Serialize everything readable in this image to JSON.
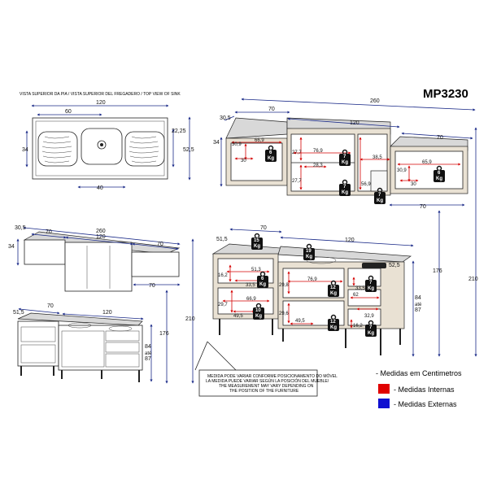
{
  "model": "MP3230",
  "sink_view_caption": "VISTA SUPERIOR DA PIA / VISTA SUPERIOR DEL FREGADERO / TOP VIEW OF SINK",
  "sink_dims": {
    "total": "120",
    "left_bowl": "60",
    "drain": "40",
    "depth": "34",
    "depth_total": "52,5",
    "right_offset": "22,25"
  },
  "upper_detail_dims": {
    "total": "260",
    "left": "70",
    "middle": "120",
    "right": "70",
    "depth": "30,5",
    "height": "34",
    "left_inner_w": "66,9",
    "left_inner_h": "30,9",
    "left_inner_d": "30",
    "mid_inner_w": "76,9",
    "mid_inner_h": "27,7",
    "mid_inner_h2": "27,7",
    "mid_inner_d": "28,3",
    "mid_shelf_h": "56,9",
    "mid_side_w": "38,5",
    "right_inner_w": "65,9",
    "right_inner_h": "30,9",
    "right_inner_d": "30",
    "below": "70"
  },
  "overview_upper_dims": {
    "total": "260",
    "left": "70",
    "middle": "120",
    "right": "70",
    "depth": "30,5",
    "height": "34",
    "below": "70"
  },
  "overview_lower_dims": {
    "left": "70",
    "right": "120",
    "depth": "51,5",
    "height_a": "84",
    "height_b": "até",
    "height_c": "87"
  },
  "overview_heights": {
    "h176": "176",
    "h210": "210"
  },
  "lower_detail_dims": {
    "depth": "51,5",
    "left": "70",
    "right": "120",
    "top_depth": "52,5",
    "i16": "16,2",
    "i51": "51,3",
    "i33a": "33,5",
    "i29a": "29,7",
    "i66": "66,9",
    "i49a": "49,5",
    "i29b": "29,8",
    "i76": "76,9",
    "i29c": "29,6",
    "i49b": "49,5",
    "i33b": "33,5",
    "i32": "32,9",
    "i16b": "16,2",
    "h84": "84",
    "h_ate": "até",
    "h87": "87",
    "h176": "176",
    "h210": "210",
    "i62": "62"
  },
  "weights": {
    "w6a": {
      "num": "6",
      "unit": "Kg"
    },
    "w7a": {
      "num": "7",
      "unit": "Kg"
    },
    "w7b": {
      "num": "7",
      "unit": "Kg"
    },
    "w7c": {
      "num": "7",
      "unit": "Kg"
    },
    "w6b": {
      "num": "6",
      "unit": "Kg"
    },
    "w15": {
      "num": "15",
      "unit": "Kg"
    },
    "w19": {
      "num": "19",
      "unit": "Kg"
    },
    "w6c": {
      "num": "6",
      "unit": "Kg"
    },
    "w12a": {
      "num": "12",
      "unit": "Kg"
    },
    "w7d": {
      "num": "7",
      "unit": "Kg"
    },
    "w10": {
      "num": "10",
      "unit": "Kg"
    },
    "w12b": {
      "num": "12",
      "unit": "Kg"
    },
    "w7e": {
      "num": "7",
      "unit": "Kg"
    }
  },
  "note_lines": [
    "MEDIDA PODE VARIAR CONFORME POSICIONAMENTO DO MÓVEL",
    "LA MEDIDA PUEDE VARIAR SEGÚN LA POSICIÓN DEL MUEBLE/",
    "THE MEASUREMENT MAY VARY DEPENDING ON",
    "THE POSITION OF THE FURNITURE"
  ],
  "legend": {
    "title": "- Medidas em Centimetros",
    "internal": "- Medidas Internas",
    "external": "- Medidas Externas",
    "internal_color": "#e00000",
    "external_color": "#1010d0"
  }
}
